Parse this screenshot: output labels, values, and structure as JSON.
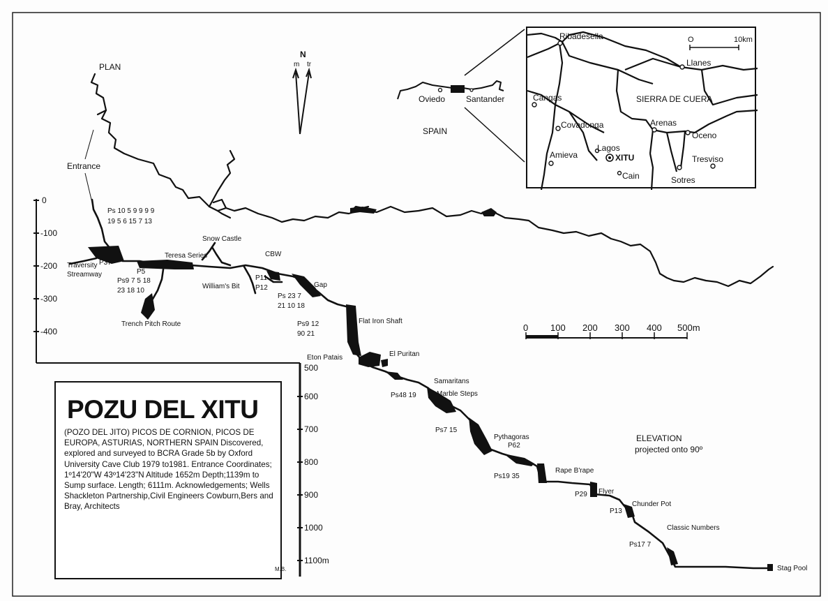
{
  "plan": {
    "label": "PLAN",
    "entrance_label": "Entrance"
  },
  "north_arrow": {
    "n": "N",
    "m": "m",
    "tr": "tr"
  },
  "spain_map": {
    "country": "SPAIN",
    "cities": [
      "Oviedo",
      "Santander"
    ]
  },
  "inset_map": {
    "places": [
      "Ribadesella",
      "Llanes",
      "Cangas",
      "Covadonga",
      "Arenas",
      "Oceno",
      "Lagos",
      "Amieva",
      "XITU",
      "Cain",
      "Tresviso",
      "Sotres"
    ],
    "range": "SIERRA DE CUERA",
    "scale": [
      "O",
      "10km"
    ]
  },
  "depth_scale": {
    "upper": [
      "0",
      "-100",
      "-200",
      "-300",
      "-400"
    ],
    "lower": [
      "500",
      "600",
      "700",
      "800",
      "900",
      "1000",
      "1100m"
    ]
  },
  "distance_scale": {
    "ticks": [
      "0",
      "100",
      "200",
      "300",
      "400",
      "500m"
    ]
  },
  "labels": {
    "ps_top_1": "Ps 10 5 9 9 9 9",
    "ps_top_2": "19 5 6 15 7 13",
    "traversity_1": "Traversity",
    "traversity_2": "Streamway",
    "p37": "P37",
    "p5": "P5",
    "ps9_1": "Ps9 7 5 18",
    "ps9_2": "23 18 10",
    "teresa": "Teresa Series",
    "snow_castle": "Snow Castle",
    "cbw": "CBW",
    "p11": "P11",
    "p12": "P12",
    "williams": "William's Bit",
    "trench": "Trench Pitch Route",
    "gap": "Gap",
    "ps23_1": "Ps 23 7",
    "ps23_2": "21 10 18",
    "flat_iron": "Flat Iron Shaft",
    "ps912_1": "Ps9 12",
    "ps912_2": "90 21",
    "eton": "Eton Patais",
    "el_puritan": "El Puritan",
    "samaritans": "Samaritans",
    "marble": "Marble Steps",
    "ps48": "Ps48 19",
    "ps715": "Ps7 15",
    "pythagoras": "Pythagoras",
    "p62": "P62",
    "ps19": "Ps19 35",
    "rape": "Rape B'rape",
    "p29": "P29",
    "flyer": "Flyer",
    "chunder": "Chunder Pot",
    "p13": "P13",
    "classic": "Classic Numbers",
    "ps177": "Ps17 7",
    "stag": "Stag Pool"
  },
  "elevation": {
    "line1": "ELEVATION",
    "line2": "projected onto 90º"
  },
  "title_box": {
    "title": "POZU DEL XITU",
    "description": "(POZO DEL JITO)   PICOS DE CORNION, PICOS DE EUROPA, ASTURIAS, NORTHERN SPAIN Discovered, explored and surveyed to   BCRA Grade 5b by Oxford University Cave Club 1979 to1981. Entrance Coordinates; 1º14'20\"W 43º14'23\"N  Altitude 1652m  Depth;1139m to Sump surface.  Length; 6111m.  Acknowledgements; Wells Shackleton Partnership,Civil Engineers Cowburn,Bers and Bray, Architects"
  },
  "signature": "M.B.",
  "colors": {
    "ink": "#111111",
    "paper": "#fdfdfd"
  }
}
